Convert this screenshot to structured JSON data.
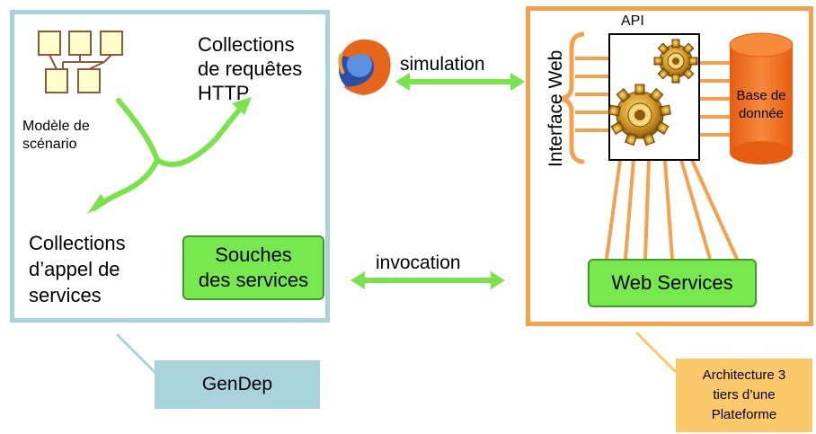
{
  "left_box": {
    "scenario_label": "Modèle de\nscénario",
    "http_collections": "Collections\nde requêtes\nHTTP",
    "service_call_collections": "Collections\nd’appel de\nservices",
    "stubs_label": "Souches\ndes services"
  },
  "middle": {
    "simulation_label": "simulation",
    "invocation_label": "invocation",
    "browser_icon": "firefox-icon"
  },
  "right_box": {
    "web_interface_label": "Interface Web",
    "api_label": "API",
    "database_label": "Base de\ndonnée",
    "web_services_label": "Web Services",
    "gear_icon": "gear-icon"
  },
  "callouts": {
    "gendep_label": "GenDep",
    "platform_label": "Architecture 3\ntiers d’une\nPlateforme"
  },
  "colors": {
    "left_border": "#a9d3dc",
    "right_border": "#f5a04a",
    "green_arrow": "#7ae34a",
    "stub_fill": "#77e84e",
    "db_fill": "#f26d1c",
    "gendep_fill": "#a9d3dc",
    "platform_fill": "#fbc86a"
  }
}
